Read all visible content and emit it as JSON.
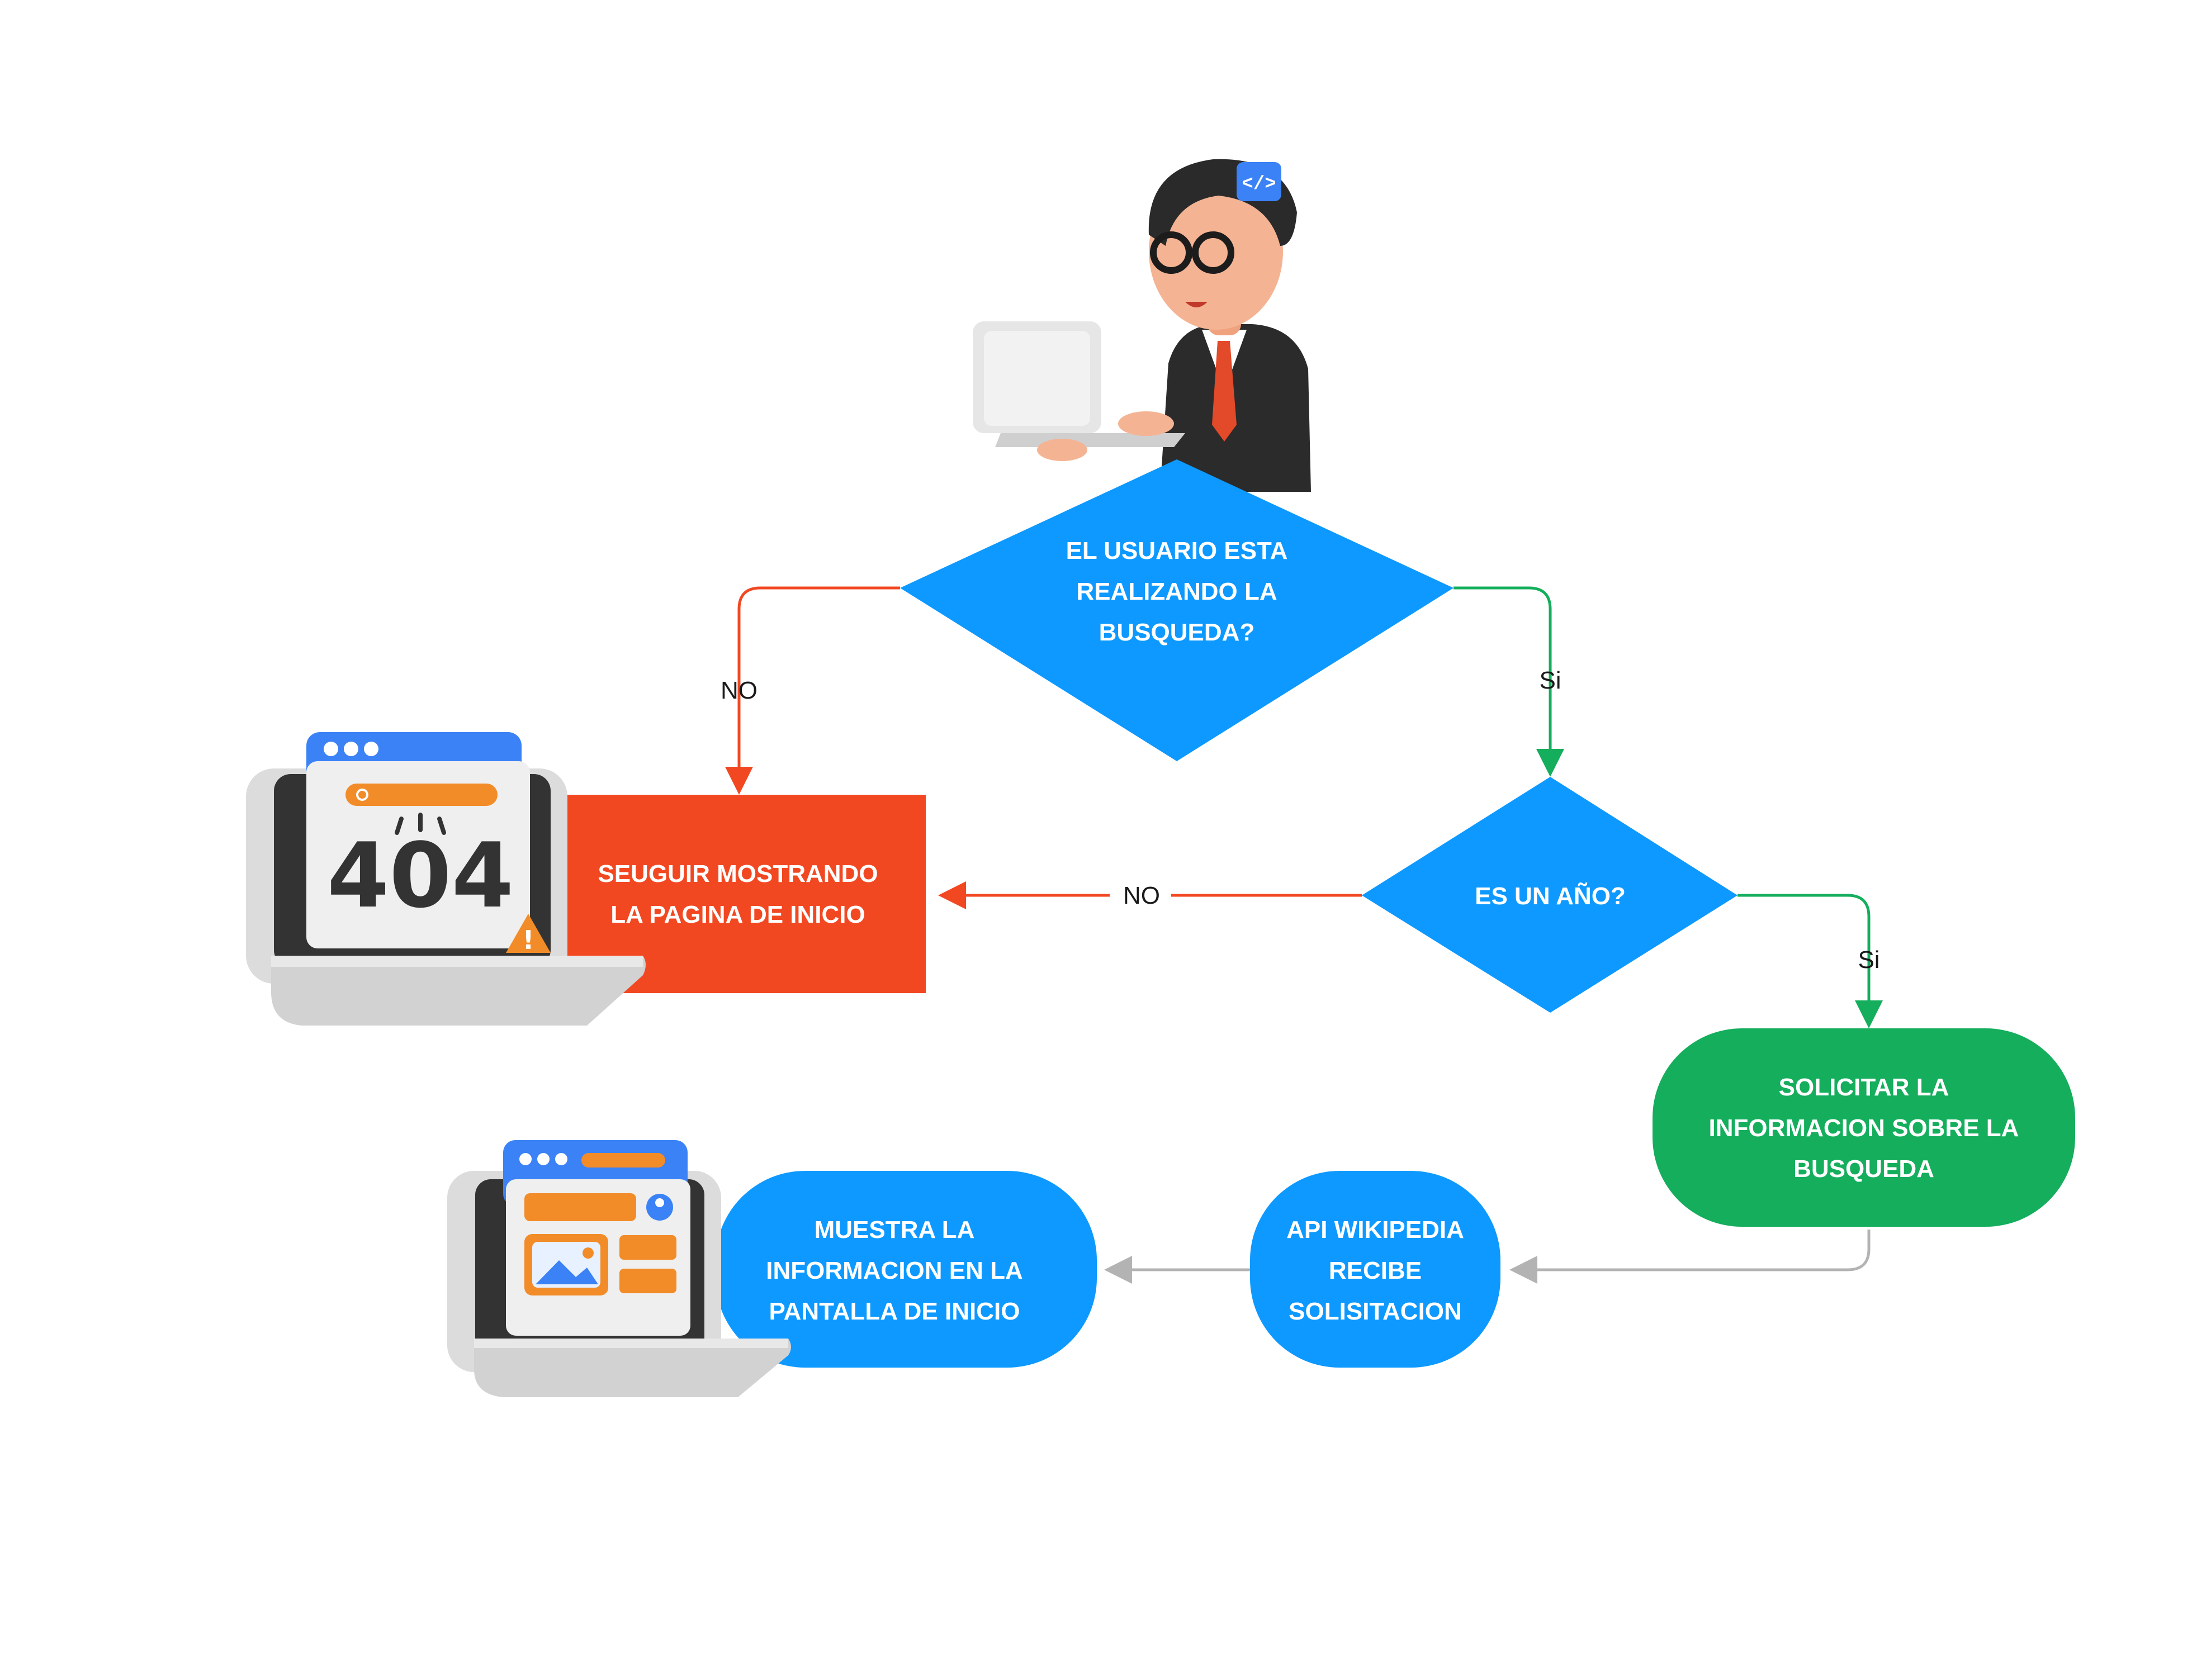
{
  "colors": {
    "decision": "#0d99ff",
    "process_blue": "#0d99ff",
    "error": "#f24822",
    "success": "#14ae5c",
    "edge_no": "#f24822",
    "edge_yes": "#14ae5c",
    "edge_neutral": "#b3b3b3"
  },
  "nodes": {
    "decision_searching": [
      "EL USUARIO ESTA",
      "REALIZANDO LA",
      "BUSQUEDA?"
    ],
    "decision_year": [
      "ES UN AÑO?"
    ],
    "keep_home": [
      "SEUGUIR MOSTRANDO",
      "LA PAGINA DE INICIO"
    ],
    "request_info": [
      "SOLICITAR LA",
      "INFORMACION SOBRE LA",
      "BUSQUEDA"
    ],
    "api_receives": [
      "API WIKIPEDIA",
      "RECIBE",
      "SOLISITACION"
    ],
    "show_info": [
      "MUESTRA LA",
      "INFORMACION EN LA",
      "PANTALLA DE INICIO"
    ]
  },
  "edge_labels": {
    "no_1": "NO",
    "si_1": "Si",
    "no_2": "NO",
    "si_2": "Si"
  },
  "illustrations": {
    "developer": "developer-with-laptop-icon",
    "error_page": "404",
    "content_page": "browser-content-icon"
  }
}
